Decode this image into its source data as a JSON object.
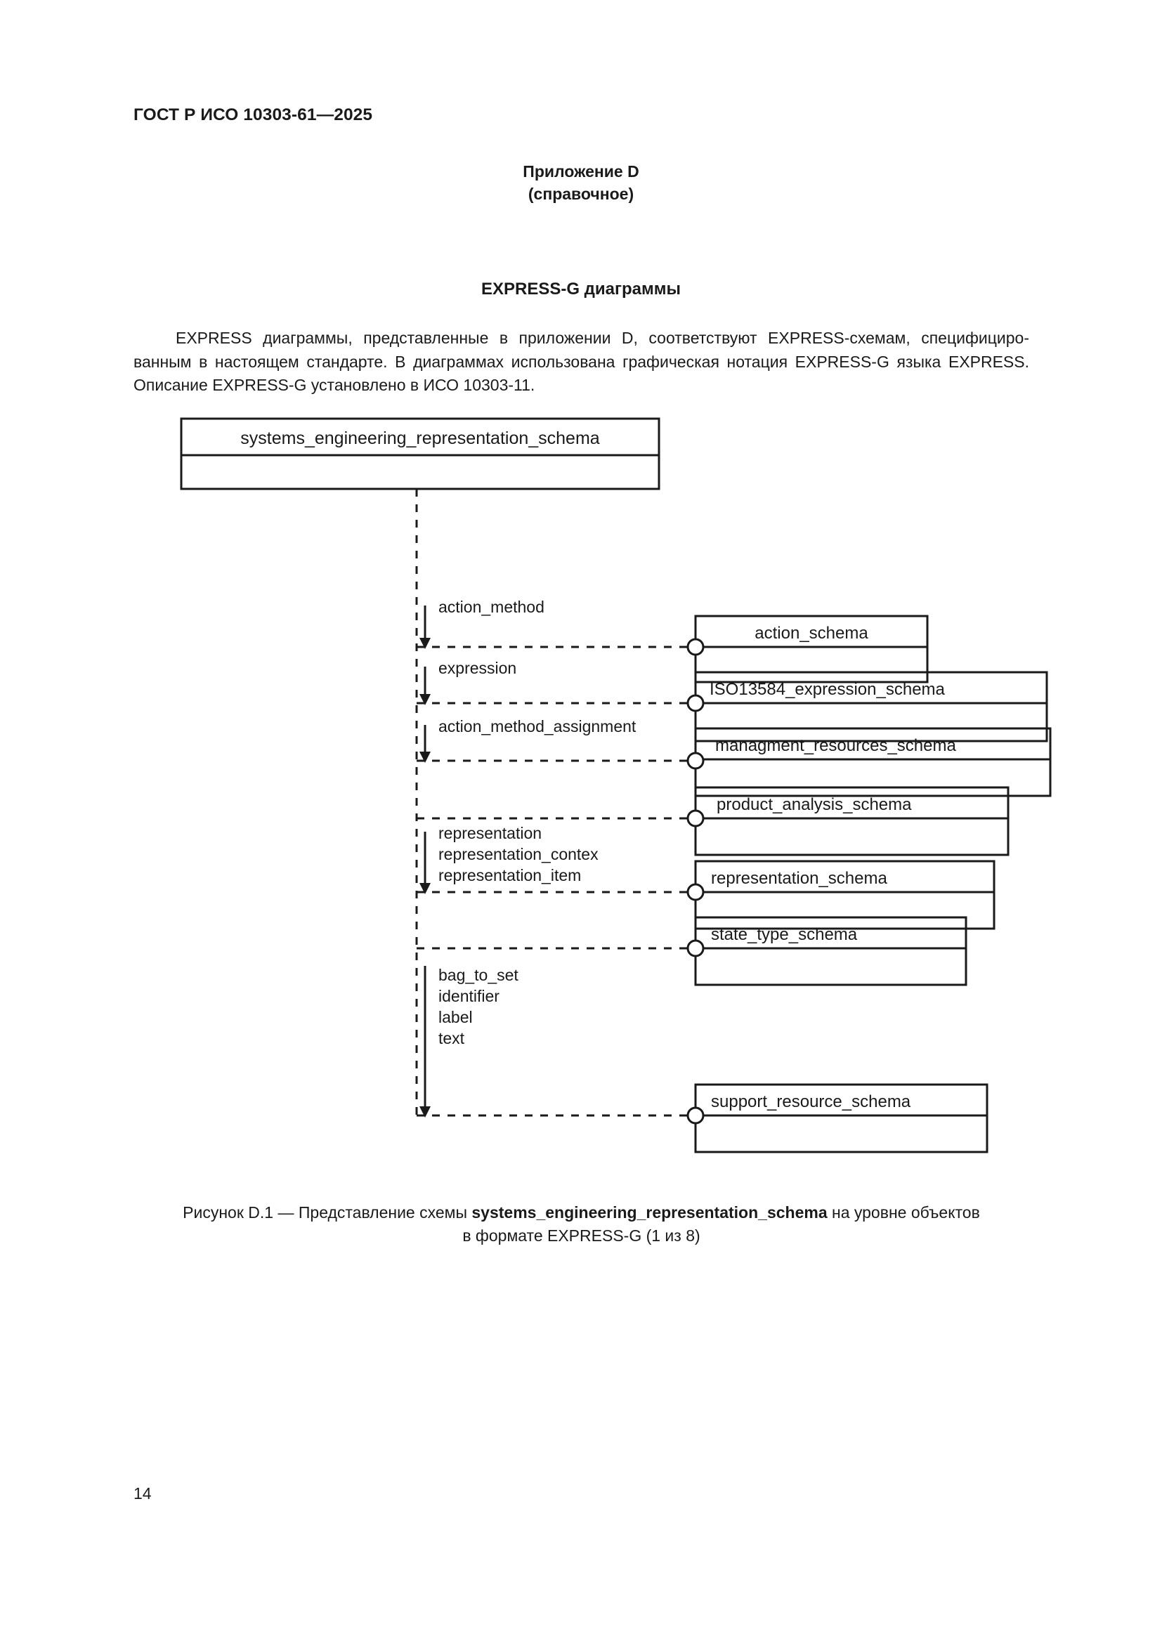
{
  "document": {
    "running_head": "ГОСТ Р ИСО 10303-61—2025",
    "page_number": "14"
  },
  "annex": {
    "title": "Приложение D",
    "subtitle": "(справочное)"
  },
  "section": {
    "title": "EXPRESS-G диаграммы"
  },
  "intro": {
    "line1": "EXPRESS диаграммы, представленные в приложении D, соответствуют EXPRESS-схемам, специфициро-",
    "line2": "ванным в настоящем стандарте. В диаграммах использована графическая нотация EXPRESS-G языка EXPRESS.",
    "line3": "Описание EXPRESS-G установлено в ИСО 10303-11."
  },
  "figure": {
    "caption_prefix": "Рисунок D.1 — Представление схемы ",
    "caption_schema": "systems_engineering_representation_schema",
    "caption_suffix": " на уровне объектов",
    "caption_line2": "в  формате EXPRESS-G (1 из 8)"
  },
  "diagram": {
    "type": "express-g",
    "root_schema": "systems_engineering_representation_schema",
    "referenced_schemas": [
      {
        "name": "action_schema",
        "labels": [
          "action_method"
        ],
        "has_arrow": true
      },
      {
        "name": "ISO13584_expression_schema",
        "labels": [
          "expression"
        ],
        "has_arrow": true
      },
      {
        "name": "managment_resources_schema",
        "labels": [
          "action_method_assignment"
        ],
        "has_arrow": true
      },
      {
        "name": "product_analysis_schema",
        "labels": [],
        "has_arrow": false
      },
      {
        "name": "representation_schema",
        "labels": [
          "representation",
          "representation_contex",
          "representation_item"
        ],
        "has_arrow": true
      },
      {
        "name": "state_type_schema",
        "labels": [],
        "has_arrow": false
      },
      {
        "name": "support_resource_schema",
        "labels": [
          "bag_to_set",
          "identifier",
          "label",
          "text"
        ],
        "has_arrow": true
      }
    ]
  }
}
